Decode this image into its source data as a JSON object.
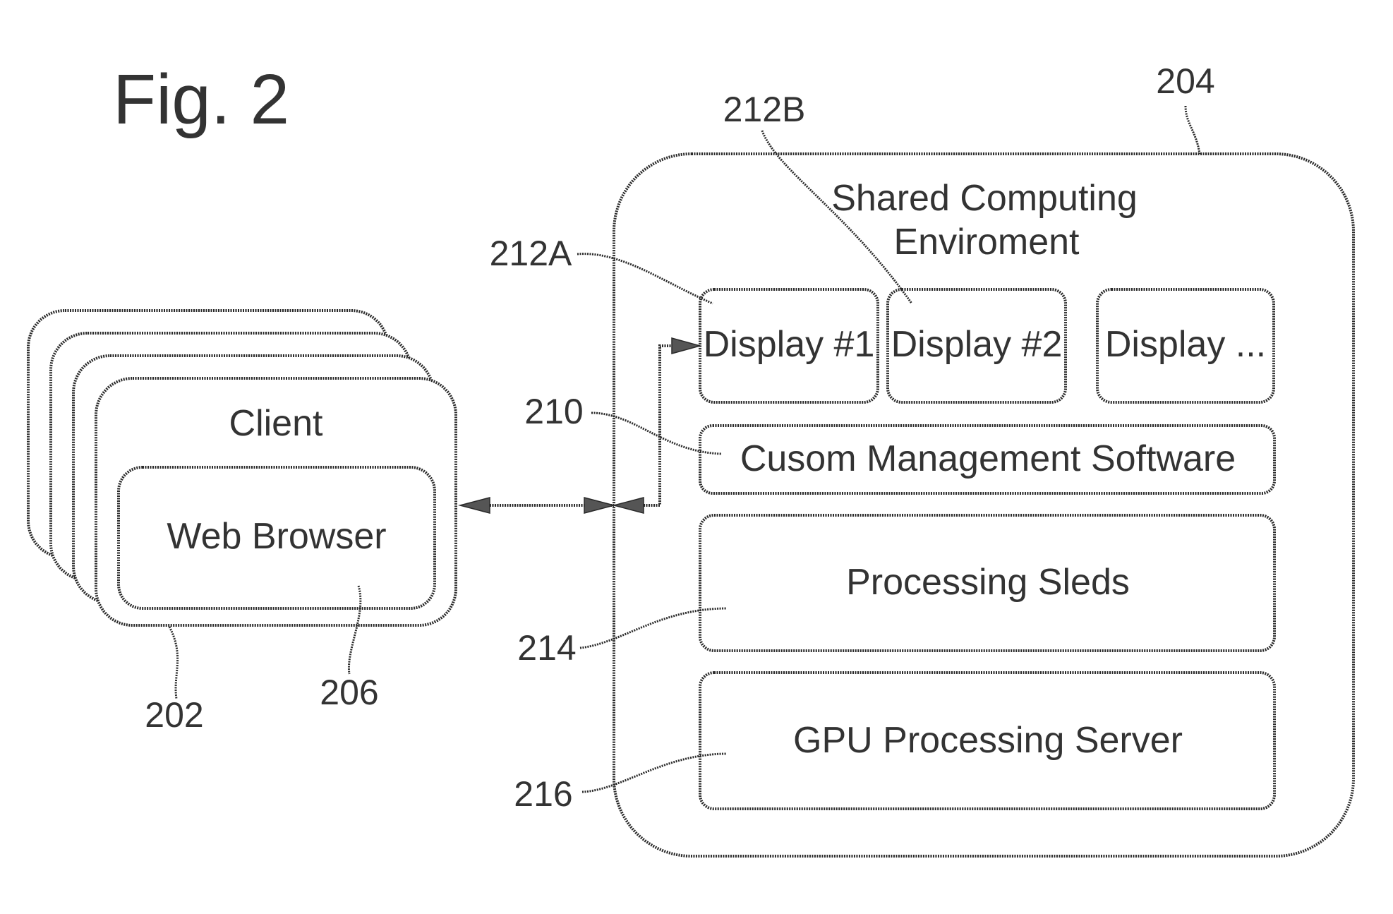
{
  "figure": {
    "title": "Fig. 2"
  },
  "client": {
    "label": "Client",
    "browser_label": "Web Browser",
    "ref_client": "202",
    "ref_browser": "206"
  },
  "environment": {
    "label_line1": "Shared Computing",
    "label_line2": "Enviroment",
    "ref": "204",
    "displays": [
      {
        "label": "Display #1",
        "ref": "212A"
      },
      {
        "label": "Display #2",
        "ref": "212B"
      },
      {
        "label": "Display ..."
      }
    ],
    "management": {
      "label": "Cusom Management Software",
      "ref": "210"
    },
    "sleds": {
      "label": "Processing Sleds",
      "ref": "214"
    },
    "gpu": {
      "label": "GPU Processing Server",
      "ref": "216"
    }
  }
}
